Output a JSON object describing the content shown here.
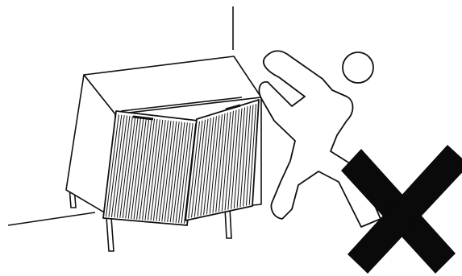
{
  "illustration": {
    "subject": "cabinet-tipping-warning",
    "elements": [
      "room-corner",
      "sideboard-cabinet",
      "open-slatted-doors",
      "person-pushing-cabinet",
      "prohibition-cross"
    ],
    "colors": {
      "stroke": "#111111",
      "fill": "#ffffff",
      "cross": "#0a0a0a"
    }
  }
}
